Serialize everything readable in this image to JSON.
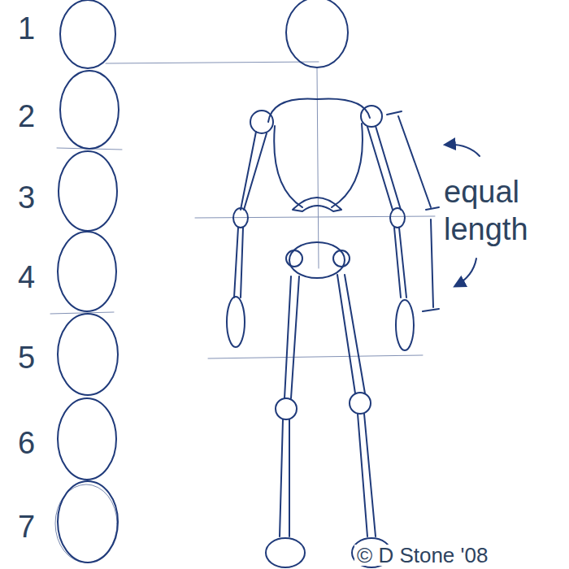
{
  "diagram": {
    "labels": [
      "1",
      "2",
      "3",
      "4",
      "5",
      "6",
      "7",
      "equal length",
      "© D Stone '08"
    ]
  }
}
